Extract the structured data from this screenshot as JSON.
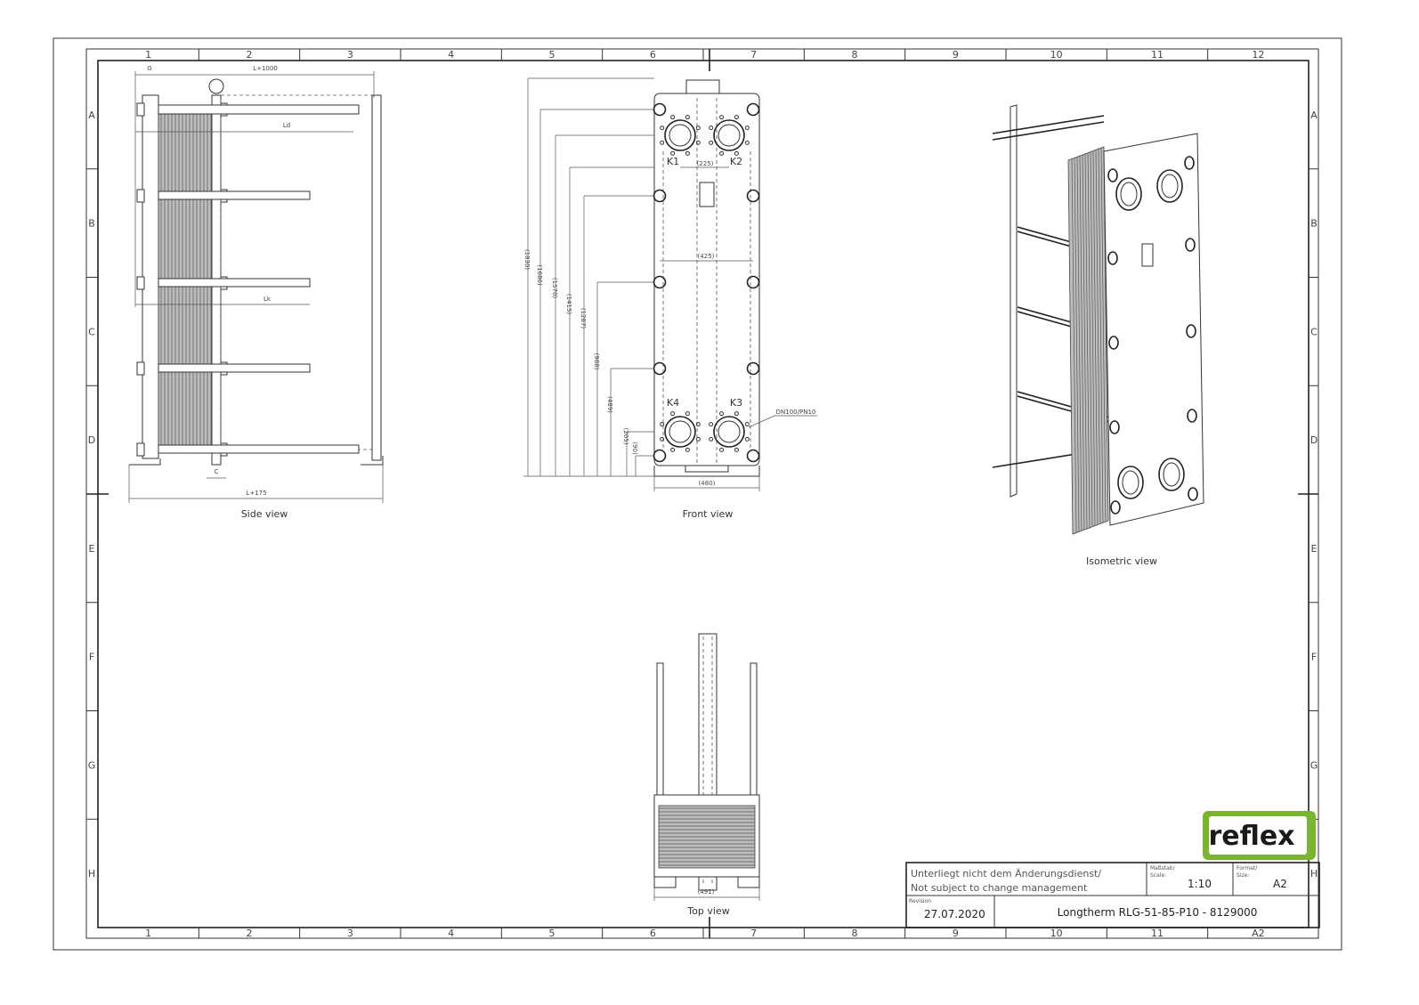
{
  "grid": {
    "columns": [
      "1",
      "2",
      "3",
      "4",
      "5",
      "6",
      "7",
      "8",
      "9",
      "10",
      "11",
      "12"
    ],
    "bottom_last": "A2",
    "rows": [
      "A",
      "B",
      "C",
      "D",
      "E",
      "F",
      "G",
      "H"
    ]
  },
  "views": {
    "side": {
      "label": "Side view",
      "dims": {
        "g": "G",
        "l1000": "L+1000",
        "ld": "Ld",
        "lk": "Lk",
        "c": "C",
        "l175": "L+175"
      }
    },
    "front": {
      "label": "Front view",
      "ports": [
        "K1",
        "K2",
        "K3",
        "K4"
      ],
      "vertical_dims": [
        "(1830)",
        "(1686)",
        "(1570)",
        "(1415)",
        "(1287)",
        "(988)",
        "(489)",
        "(205)",
        "(90)"
      ],
      "dim_225": "(225)",
      "dim_425": "(425)",
      "dim_480": "(480)",
      "connection": "DN100/PN10"
    },
    "isometric": {
      "label": "Isometric view"
    },
    "top": {
      "label": "Top view",
      "dim_491": "(491)"
    }
  },
  "logo": {
    "text": "reflex",
    "color": "#7ab530"
  },
  "title_block": {
    "note_de": "Unterliegt nicht dem Änderungsdienst/",
    "note_en": "Not subject to change management",
    "scale_caption_de": "Maßstab/",
    "scale_caption_en": "Scale:",
    "scale": "1:10",
    "format_caption_de": "Format/",
    "format_caption_en": "Size:",
    "format": "A2",
    "revision_caption": "Revision",
    "revision_date": "27.07.2020",
    "title": "Longtherm RLG-51-85-P10 - 8129000"
  }
}
